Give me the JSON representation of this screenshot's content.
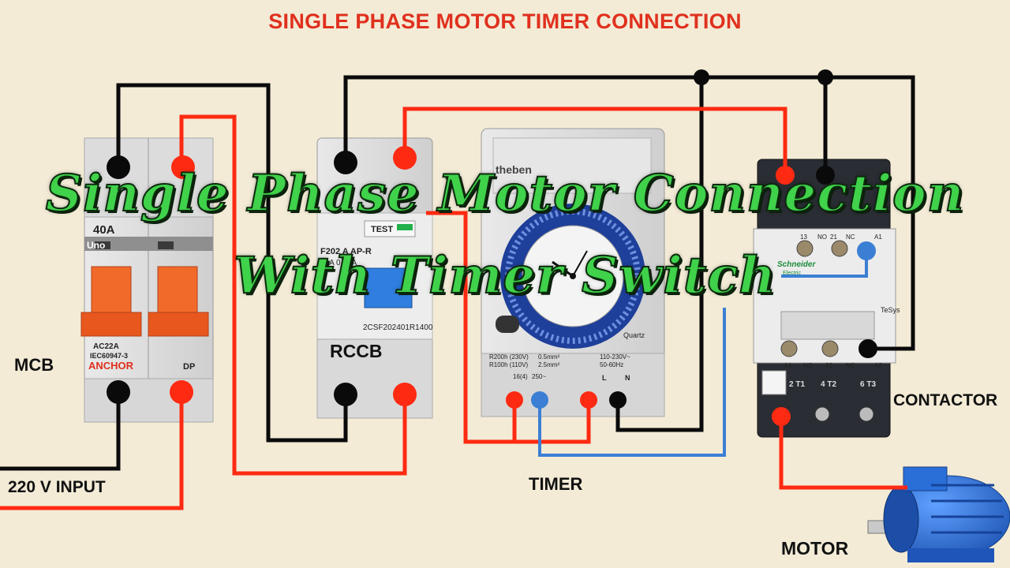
{
  "title": "SINGLE PHASE MOTOR TIMER CONNECTION",
  "overlay": {
    "line1": "Single Phase Motor Connection",
    "line2": "With Timer Switch"
  },
  "labels": {
    "mcb": "MCB",
    "input": "220 V INPUT",
    "rccb": "RCCB",
    "timer": "TIMER",
    "contactor": "CONTACTOR",
    "motor": "MOTOR"
  },
  "mcb": {
    "rating": "40A",
    "brand_top": "Uno",
    "brand": "ANCHOR",
    "spec1": "AC22A",
    "spec2": "IEC60947-3",
    "pole": "DP"
  },
  "rccb": {
    "test": "TEST",
    "model": "F202 A AP-R",
    "rating": "40A 0.03A",
    "code": "2CSF202401R1400"
  },
  "timer_device": {
    "brand": "theben",
    "footer": "Quartz",
    "spec1": "R200h (230V)",
    "spec2": "R100h (110V)",
    "spec3": "0.5mm²",
    "spec4": "2.5mm²",
    "spec5": "110-230V~",
    "spec6": "50-60Hz",
    "spec7": "16(4)",
    "spec8": "250~",
    "term_l": "L",
    "term_n": "N"
  },
  "contactor_device": {
    "brand": "Schneider",
    "sub": "Electric",
    "series": "TeSys",
    "top_terms": [
      "13",
      "NO",
      "21",
      "NC",
      "A1"
    ],
    "bottom_terms": [
      "14",
      "NO",
      "22",
      "NC",
      "A2"
    ],
    "load_terms": [
      "2 T1",
      "4 T2",
      "6 T3"
    ]
  },
  "colors": {
    "title": "#e0301e",
    "overlay_fill": "#3fd24a",
    "wire_live": "#ff2a12",
    "wire_neutral": "#0a0a0a",
    "wire_control": "#3b7fd4",
    "motor_body": "#2a6fd8",
    "mcb_handle": "#f26a2a"
  },
  "icons": [
    "motor-icon",
    "clock-dial-icon",
    "terminal-dot-icon"
  ]
}
